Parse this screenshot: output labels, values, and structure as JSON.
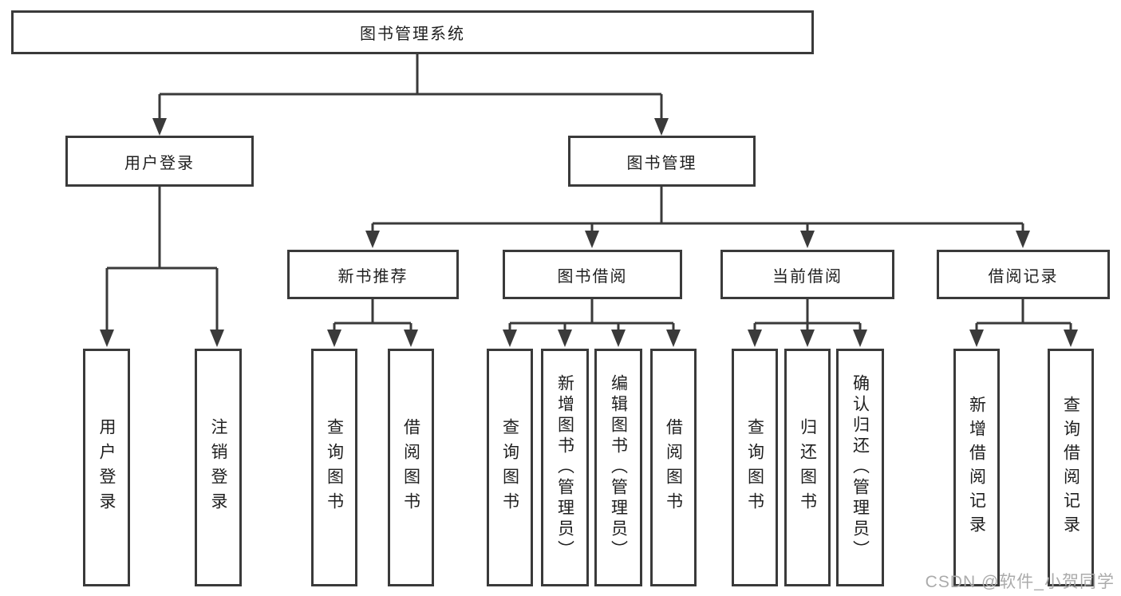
{
  "tree": {
    "root": "图书管理系统",
    "level2": [
      {
        "label": "用户登录",
        "leaves": [
          "用户登录",
          "注销登录"
        ]
      },
      {
        "label": "图书管理",
        "groups": [
          {
            "label": "新书推荐",
            "leaves": [
              "查询图书",
              "借阅图书"
            ]
          },
          {
            "label": "图书借阅",
            "leaves": [
              "查询图书",
              "新增图书（管理员）",
              "编辑图书（管理员）",
              "借阅图书"
            ]
          },
          {
            "label": "当前借阅",
            "leaves": [
              "查询图书",
              "归还图书",
              "确认归还（管理员）"
            ]
          },
          {
            "label": "借阅记录",
            "leaves": [
              "新增借阅记录",
              "查询借阅记录"
            ]
          }
        ]
      }
    ]
  },
  "watermark": {
    "text": "CSDN @软件_小贺同学"
  },
  "colors": {
    "line": "#3a3a3a",
    "text": "#1f1f1f",
    "watermark": "#ababab",
    "background": "#ffffff"
  }
}
